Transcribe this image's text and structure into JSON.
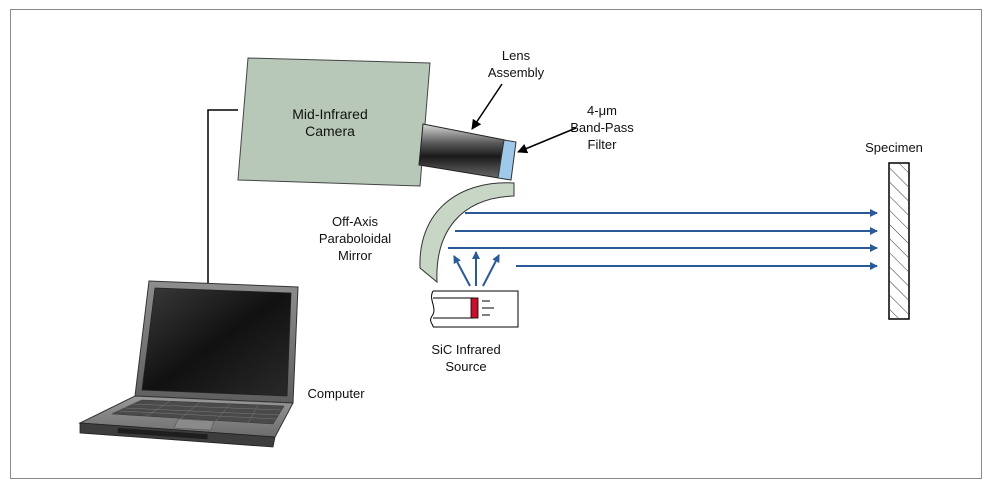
{
  "diagram": {
    "labels": {
      "camera": [
        "Mid-Infrared",
        "Camera"
      ],
      "lens": [
        "Lens",
        "Assembly"
      ],
      "filter": [
        "4-μm",
        "Band-Pass",
        "Filter"
      ],
      "mirror": [
        "Off-Axis",
        "Paraboloidal",
        "Mirror"
      ],
      "source": [
        "SiC Infrared",
        "Source"
      ],
      "specimen": "Specimen",
      "computer": "Computer"
    },
    "colors": {
      "camera_body": "#b7c8b8",
      "mirror": "#c7d6c5",
      "filter": "#9ec9e8",
      "beam": "#2a5a99",
      "source_element": "#c8102e",
      "frame": "#8a8a8a"
    }
  }
}
